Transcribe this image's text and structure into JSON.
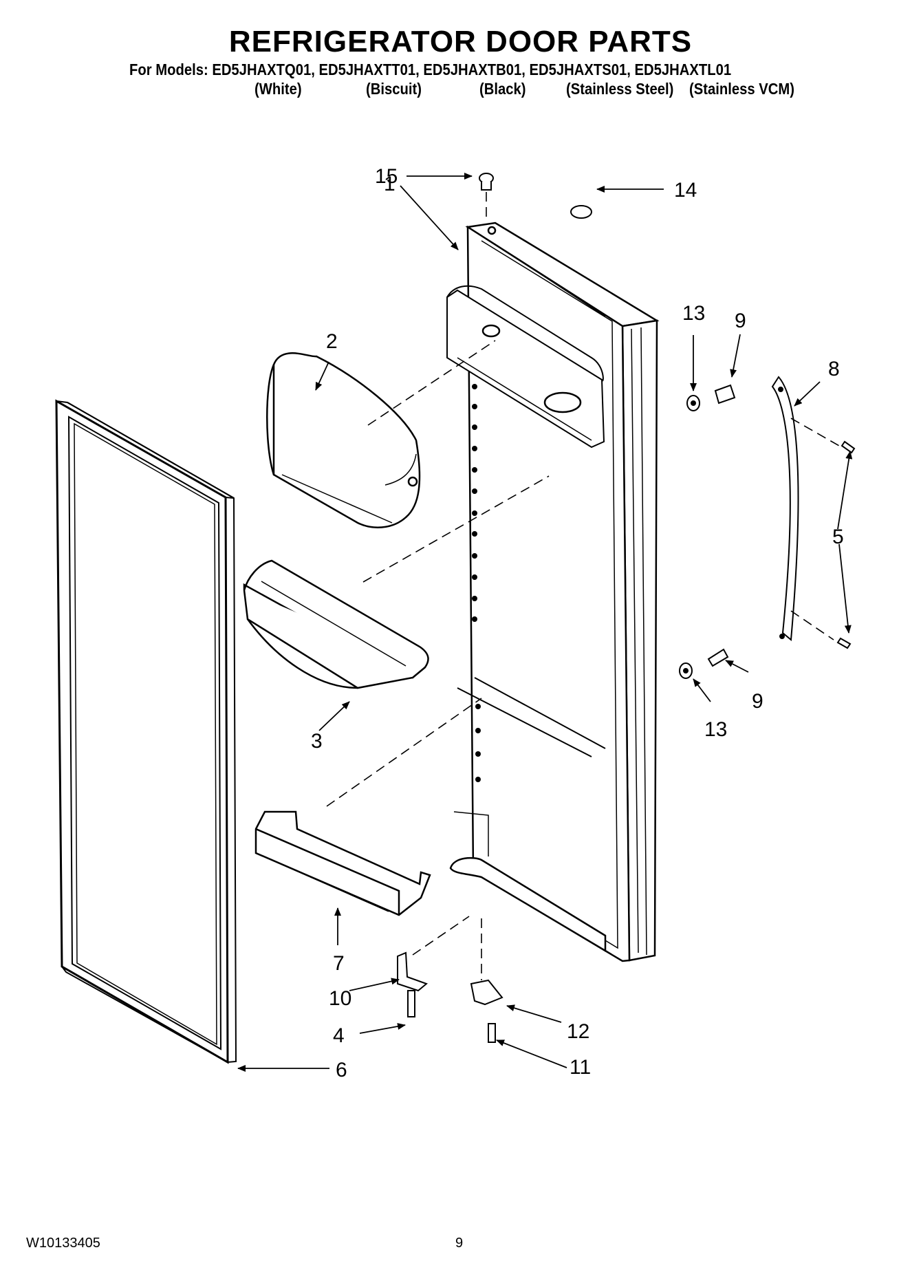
{
  "header": {
    "title": "REFRIGERATOR DOOR PARTS",
    "models_line": "For Models: ED5JHAXTQ01, ED5JHAXTT01, ED5JHAXTB01, ED5JHAXTS01, ED5JHAXTL01",
    "colors": [
      "(White)",
      "(Biscuit)",
      "(Black)",
      "(Stainless Steel)",
      "(Stainless VCM)"
    ]
  },
  "callouts": [
    "15",
    "1",
    "14",
    "13",
    "9",
    "2",
    "8",
    "5",
    "9",
    "13",
    "3",
    "7",
    "10",
    "4",
    "12",
    "6",
    "11"
  ],
  "footer": {
    "document_number": "W10133405",
    "page_number": "9"
  }
}
